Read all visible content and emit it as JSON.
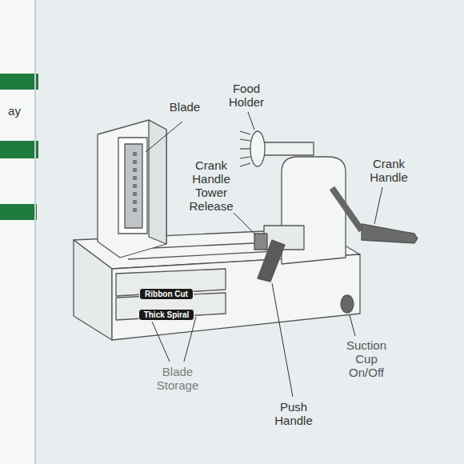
{
  "diagram": {
    "nodes": [
      {
        "text": [
          "Ribbon Cut"
        ]
      },
      {
        "text": [
          "Thick Spiral"
        ]
      }
    ],
    "labels": [
      "ay",
      "Food Holder",
      "Blade",
      "Crank Handle Tower Release",
      "Crank Handle",
      "Blade Storage",
      "Push Handle",
      "Suction Cup On/Off"
    ]
  }
}
